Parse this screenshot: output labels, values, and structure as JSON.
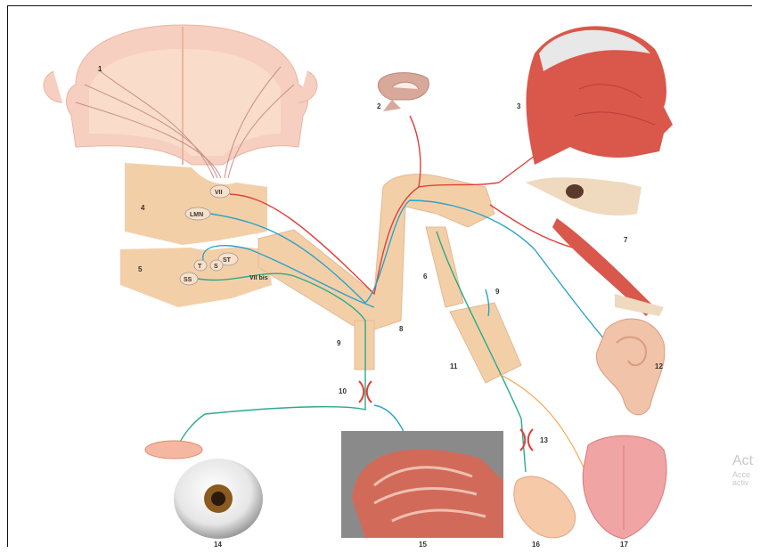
{
  "diagram": {
    "labels": {
      "n1": "1",
      "n2": "2",
      "n3": "3",
      "n4": "4",
      "n5": "5",
      "n6": "6",
      "n7": "7",
      "n8": "8",
      "n9": "9",
      "n9b": "9",
      "n10": "10",
      "n11": "11",
      "n12": "12",
      "n13": "13",
      "n14": "14",
      "n15": "15",
      "n16": "16",
      "n17": "17",
      "vii": "VII",
      "lmn": "LMN",
      "st": "ST",
      "t": "T",
      "s": "S",
      "ss": "SS",
      "viibis": "VII bis"
    },
    "colors": {
      "motor": "#e0403a",
      "sensory": "#2aa3c9",
      "parasympathetic": "#2aaa8a",
      "taste": "#f0a040",
      "tissue": "#f3cfa8",
      "muscle": "#d9574b"
    }
  },
  "watermark": {
    "line1": "Act",
    "line2": "Acce",
    "line3": "activ"
  }
}
